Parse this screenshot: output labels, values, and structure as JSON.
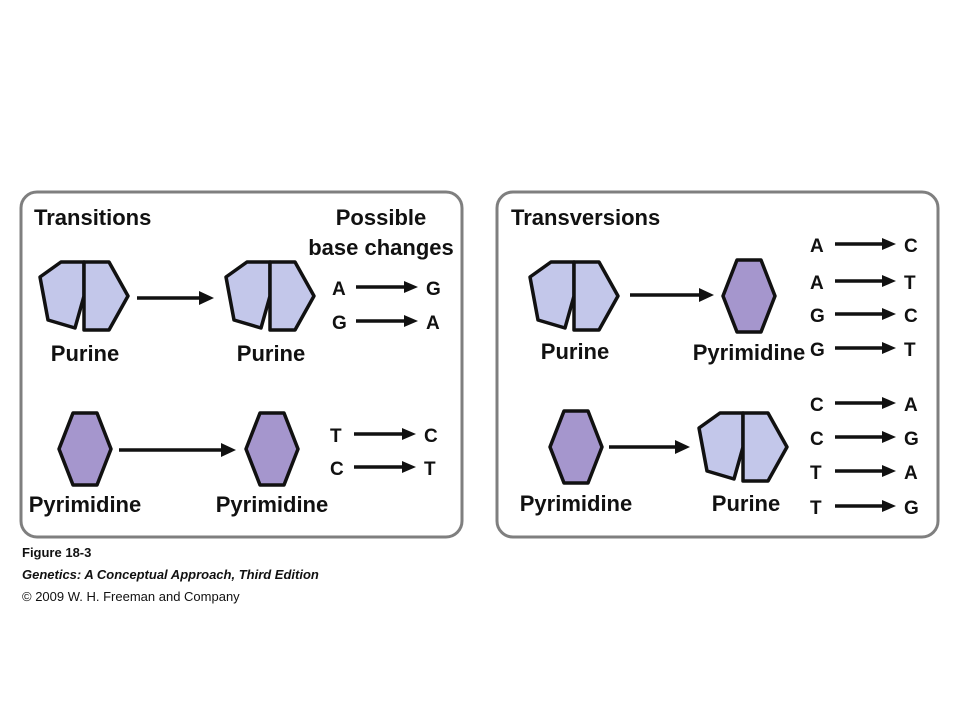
{
  "transitions": {
    "title": "Transitions",
    "header": [
      "Possible",
      "base changes"
    ],
    "rows": [
      {
        "from": "Purine",
        "to": "Purine",
        "changes": [
          {
            "from": "A",
            "to": "G"
          },
          {
            "from": "G",
            "to": "A"
          }
        ]
      },
      {
        "from": "Pyrimidine",
        "to": "Pyrimidine",
        "changes": [
          {
            "from": "T",
            "to": "C"
          },
          {
            "from": "C",
            "to": "T"
          }
        ]
      }
    ]
  },
  "transversions": {
    "title": "Transversions",
    "rows": [
      {
        "from": "Purine",
        "to": "Pyrimidine",
        "changes": [
          {
            "from": "A",
            "to": "C"
          },
          {
            "from": "A",
            "to": "T"
          },
          {
            "from": "G",
            "to": "C"
          },
          {
            "from": "G",
            "to": "T"
          }
        ]
      },
      {
        "from": "Pyrimidine",
        "to": "Purine",
        "changes": [
          {
            "from": "C",
            "to": "A"
          },
          {
            "from": "C",
            "to": "G"
          },
          {
            "from": "T",
            "to": "A"
          },
          {
            "from": "T",
            "to": "G"
          }
        ]
      }
    ]
  },
  "colors": {
    "purine_fill": "#c3c7ea",
    "pyrimidine_fill": "#a596cd",
    "panel_border": "#7f7f7f"
  },
  "caption": {
    "figure": "Figure 18-3",
    "book": "Genetics: A Conceptual Approach, Third Edition",
    "copyright": "© 2009 W. H. Freeman and Company"
  }
}
